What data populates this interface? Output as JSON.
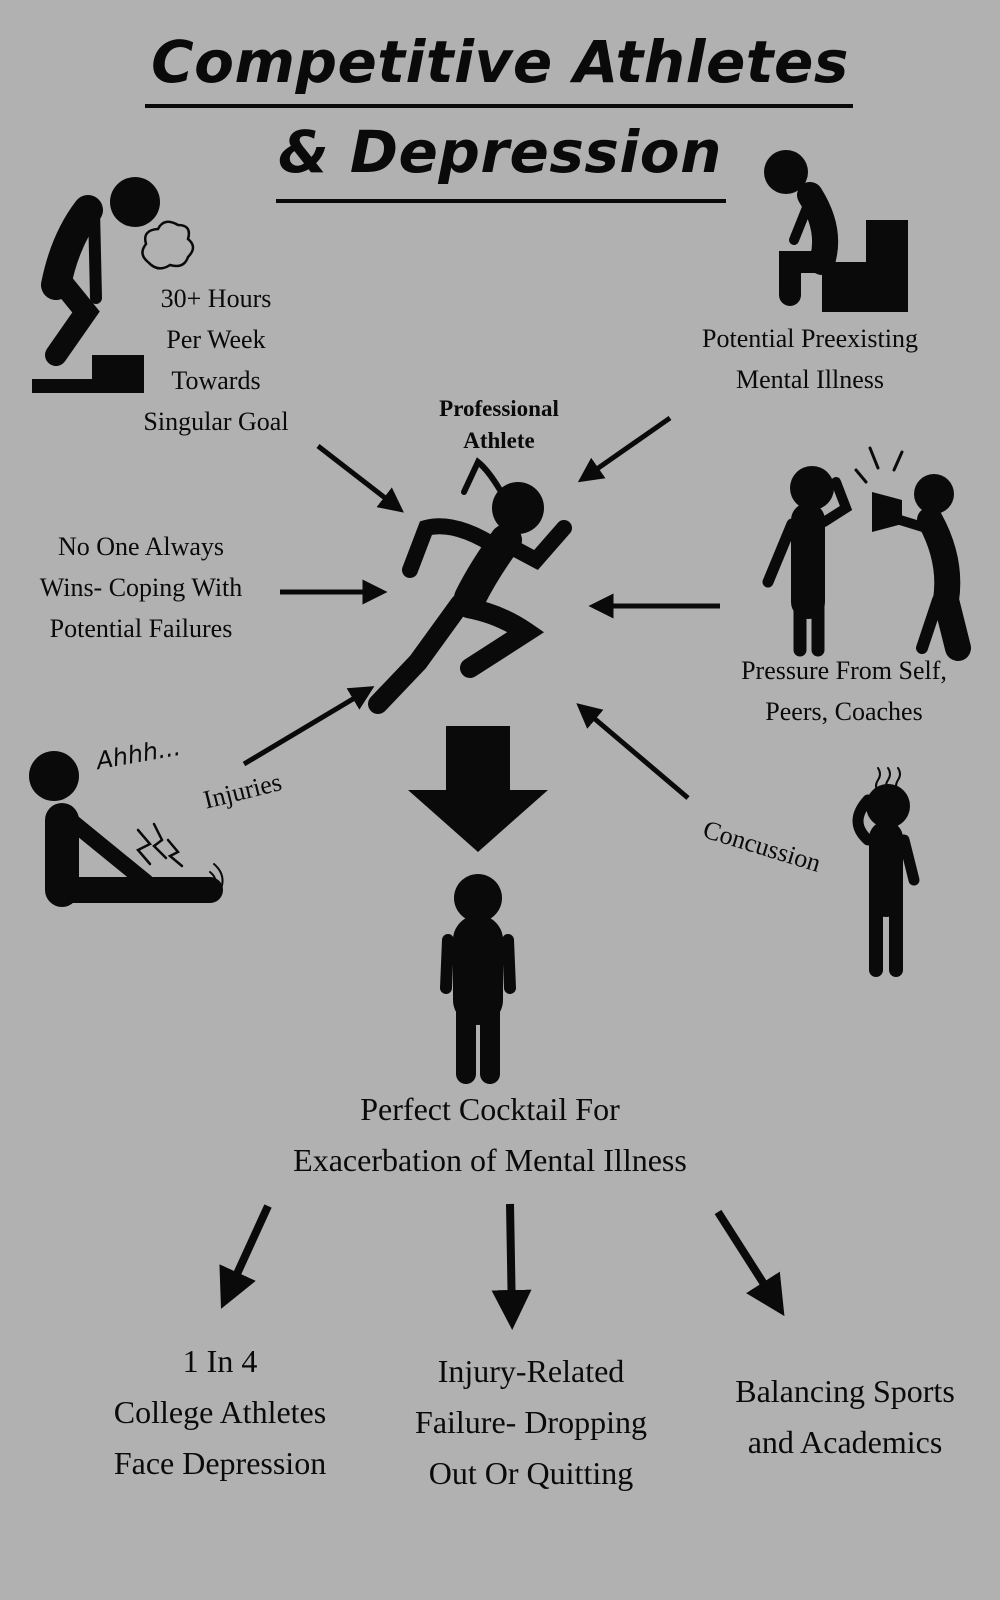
{
  "title": {
    "line1": "Competitive Athletes",
    "line2": "& Depression"
  },
  "center": {
    "label_line1": "Professional",
    "label_line2": "Athlete"
  },
  "factors": {
    "hours": [
      "30+ Hours",
      "Per Week",
      "Towards",
      "Singular Goal"
    ],
    "preexisting": [
      "Potential Preexisting",
      "Mental Illness"
    ],
    "failures": [
      "No One Always",
      "Wins- Coping With",
      "Potential Failures"
    ],
    "pressure": [
      "Pressure From Self,",
      "Peers, Coaches"
    ],
    "injuries": "Injuries",
    "injury_exclaim": "Ahhh...",
    "concussion": "Concussion"
  },
  "result": {
    "line1": "Perfect Cocktail For",
    "line2": "Exacerbation of Mental Illness"
  },
  "outcomes": {
    "stat": [
      "1 In 4",
      "College Athletes",
      "Face Depression"
    ],
    "dropout": [
      "Injury-Related",
      "Failure- Dropping",
      "Out Or Quitting"
    ],
    "balance": [
      "Balancing Sports",
      "and Academics"
    ]
  }
}
